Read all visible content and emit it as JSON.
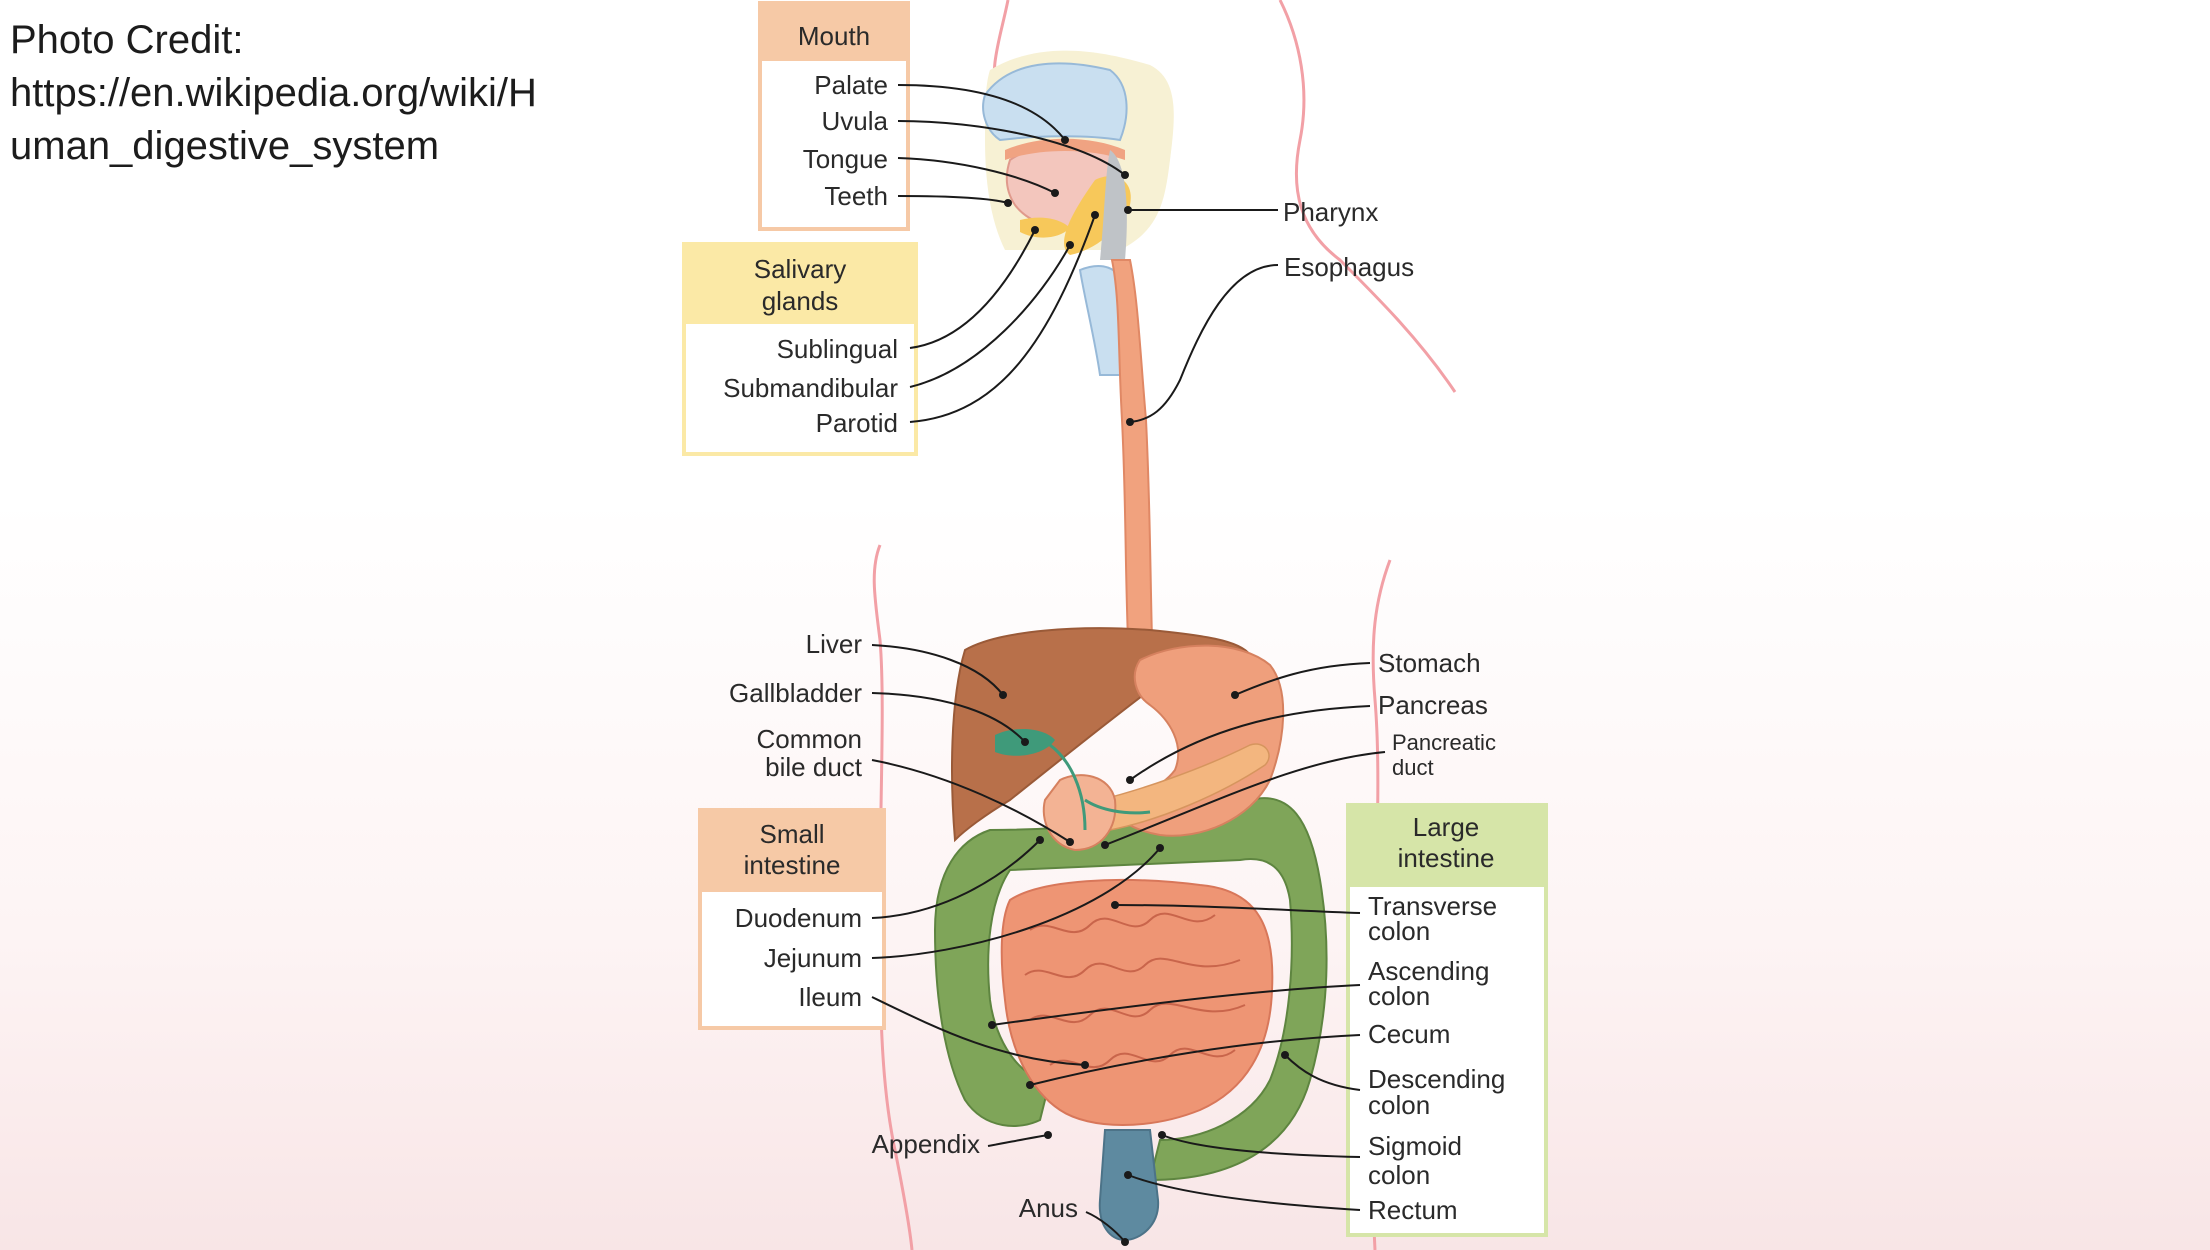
{
  "photo_credit": {
    "line1": "Photo Credit:",
    "line2": "https://en.wikipedia.org/wiki/H",
    "line3": "uman_digestive_system"
  },
  "groups": {
    "mouth": {
      "title": "Mouth",
      "items": [
        "Palate",
        "Uvula",
        "Tongue",
        "Teeth"
      ]
    },
    "salivary": {
      "title_line1": "Salivary",
      "title_line2": "glands",
      "items": [
        "Sublingual",
        "Submandibular",
        "Parotid"
      ]
    },
    "small_intestine": {
      "title_line1": "Small",
      "title_line2": "intestine",
      "items": [
        "Duodenum",
        "Jejunum",
        "Ileum"
      ]
    },
    "large_intestine": {
      "title_line1": "Large",
      "title_line2": "intestine",
      "items": [
        {
          "line1": "Transverse",
          "line2": "colon"
        },
        {
          "line1": "Ascending",
          "line2": "colon"
        },
        {
          "line1": "Cecum",
          "line2": ""
        },
        {
          "line1": "Descending",
          "line2": "colon"
        },
        {
          "line1": "Sigmoid",
          "line2": "colon"
        },
        {
          "line1": "Rectum",
          "line2": ""
        }
      ]
    }
  },
  "labels": {
    "pharynx": "Pharynx",
    "esophagus": "Esophagus",
    "liver": "Liver",
    "gallbladder": "Gallbladder",
    "common_bile_duct_1": "Common",
    "common_bile_duct_2": "bile duct",
    "stomach": "Stomach",
    "pancreas": "Pancreas",
    "pancreatic_duct_1": "Pancreatic",
    "pancreatic_duct_2": "duct",
    "appendix": "Appendix",
    "anus": "Anus"
  },
  "colors": {
    "mouth_header": "#f6c9a6",
    "salivary_header": "#fbe9a6",
    "small_intestine_header": "#f6c9a6",
    "large_intestine_header": "#d6e5a8",
    "liver": "#b8704a",
    "stomach": "#ef9f7c",
    "small_intestine": "#ee9574",
    "large_intestine": "#7fa559",
    "esophagus": "#f1a27e",
    "body_outline": "#f2a0a6"
  }
}
